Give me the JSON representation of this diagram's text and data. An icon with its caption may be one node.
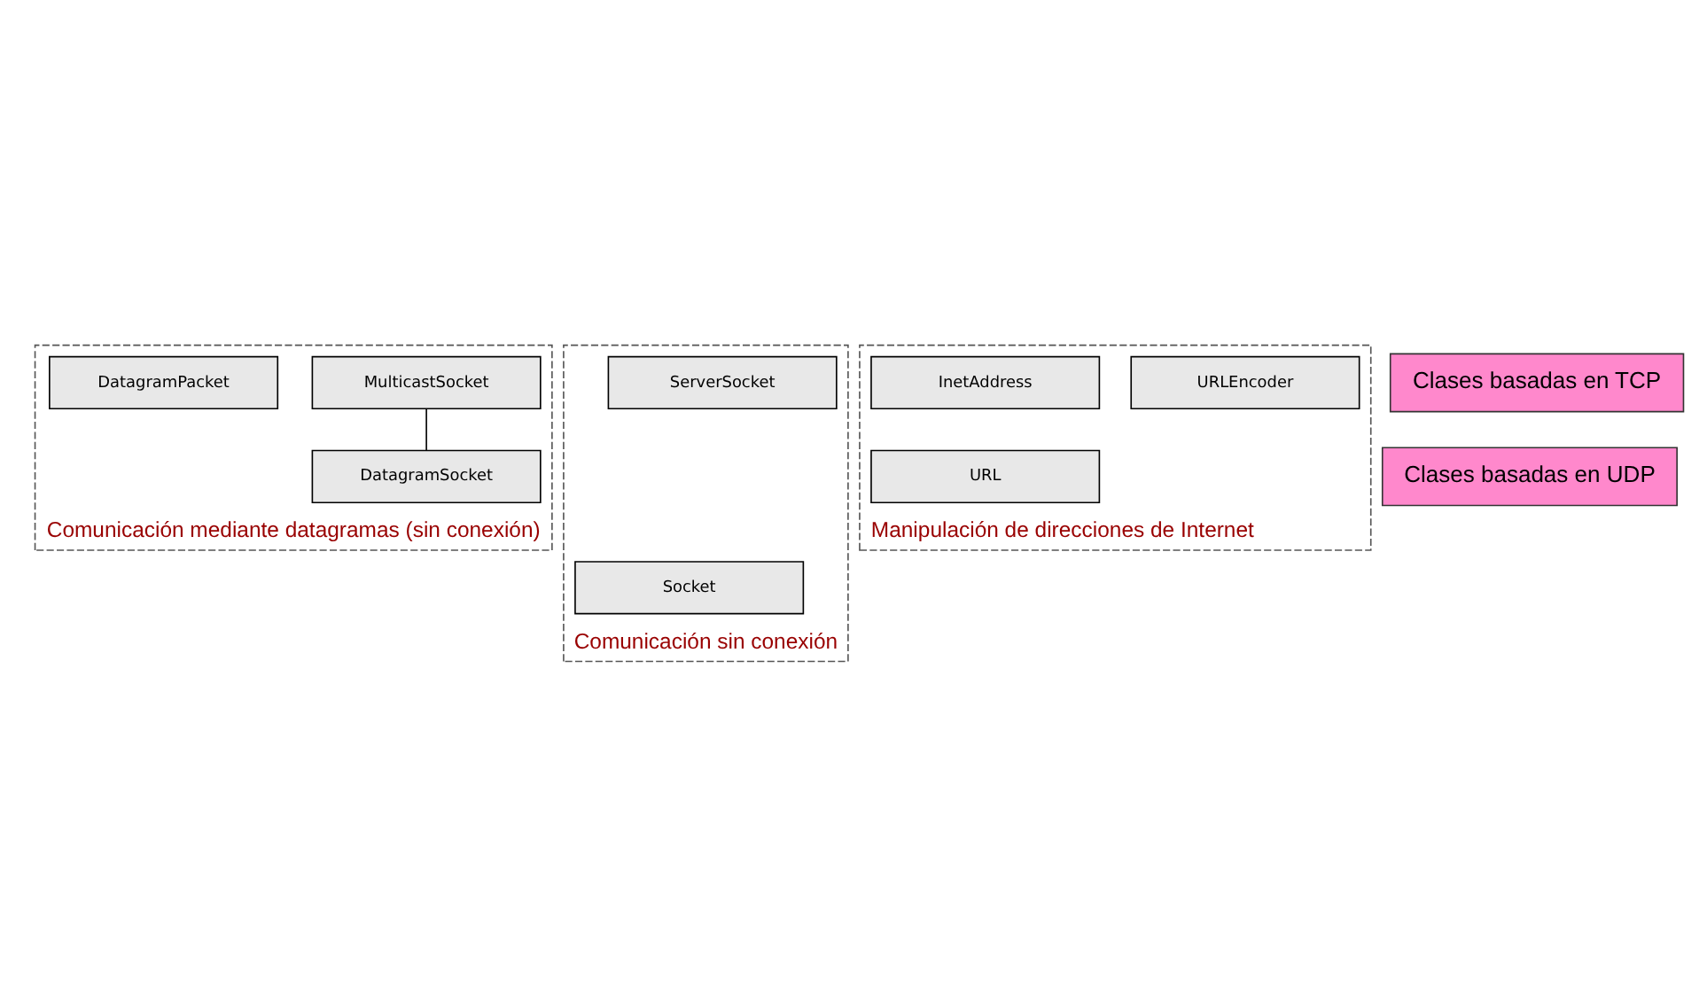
{
  "diagram": {
    "nodes": [
      {
        "text": [
          "Comunicación mediante datagramas (sin conexión)"
        ]
      },
      {
        "text": [
          "MulticastSocket"
        ],
        "in": 0
      },
      {
        "text": [
          "DatagramPacket"
        ],
        "in": 0
      },
      {
        "text": [
          "DatagramSocket"
        ],
        "in": 0
      },
      {
        "text": [
          "Comunicación sin conexión"
        ]
      },
      {
        "text": [
          "Socket"
        ],
        "in": 4
      },
      {
        "text": [
          "ServerSocket"
        ],
        "in": 4
      },
      {
        "text": [
          "Manipulación de direcciones de Internet"
        ]
      },
      {
        "text": [
          "URL"
        ],
        "in": 7
      },
      {
        "text": [
          "URLEncoder"
        ],
        "in": 7
      },
      {
        "text": [
          "InetAddress"
        ],
        "in": 7
      },
      {
        "text": [
          "Clases basadas en UDP"
        ]
      },
      {
        "text": [
          "Clases basadas en TCP"
        ]
      }
    ],
    "edges": [
      {
        "from": 1,
        "to": 3,
        "arrow": "none"
      }
    ]
  }
}
